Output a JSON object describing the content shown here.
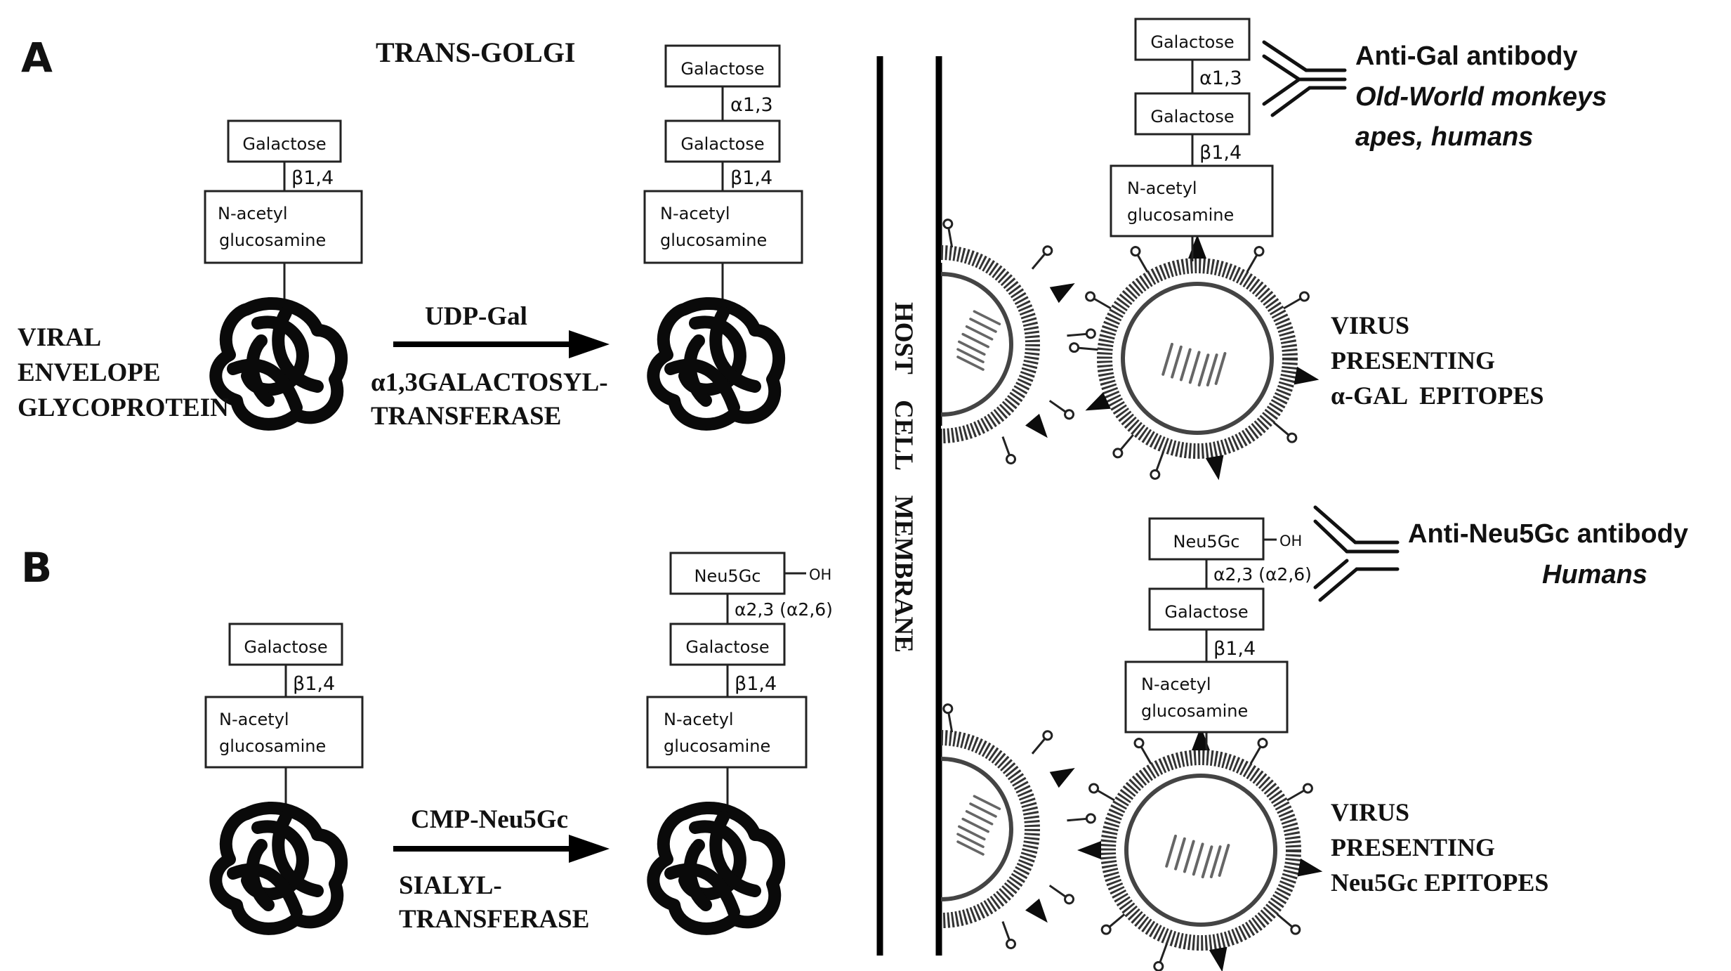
{
  "panel_a": {
    "letter": "A",
    "compartment": "TRANS-GOLGI",
    "left_chain": {
      "top": "Galactose",
      "link": "β1,4",
      "base_line1": "N-acetyl",
      "base_line2": "glucosamine"
    },
    "protein_label": [
      "VIRAL",
      "ENVELOPE",
      "GLYCOPROTEIN"
    ],
    "substrate": "UDP-Gal",
    "enzyme": [
      "α1,3GALACTOSYL-",
      "TRANSFERASE"
    ],
    "right_chain": {
      "top": "Galactose",
      "link_top": "α1,3",
      "middle": "Galactose",
      "link": "β1,4",
      "base_line1": "N-acetyl",
      "base_line2": "glucosamine"
    },
    "surface_chain": {
      "top": "Galactose",
      "link_top": "α1,3",
      "middle": "Galactose",
      "link": "β1,4",
      "base_line1": "N-acetyl",
      "base_line2": "glucosamine"
    },
    "antibody": {
      "name": "Anti-Gal antibody",
      "species_line1": "Old-World monkeys",
      "species_line2": "apes, humans"
    },
    "virus_label": [
      "VIRUS",
      "PRESENTING",
      "α-GAL  EPITOPES"
    ]
  },
  "panel_b": {
    "letter": "B",
    "left_chain": {
      "top": "Galactose",
      "link": "β1,4",
      "base_line1": "N-acetyl",
      "base_line2": "glucosamine"
    },
    "substrate": "CMP-Neu5Gc",
    "enzyme": [
      "SIALYL-",
      "TRANSFERASE"
    ],
    "right_chain": {
      "top": "Neu5Gc",
      "oh": "OH",
      "link_top": "α2,3 (α2,6)",
      "middle": "Galactose",
      "link": "β1,4",
      "base_line1": "N-acetyl",
      "base_line2": "glucosamine"
    },
    "surface_chain": {
      "top": "Neu5Gc",
      "oh": "OH",
      "link_top": "α2,3 (α2,6)",
      "middle": "Galactose",
      "link": "β1,4",
      "base_line1": "N-acetyl",
      "base_line2": "glucosamine"
    },
    "antibody": {
      "name": "Anti-Neu5Gc antibody",
      "species": "Humans"
    },
    "virus_label": [
      "VIRUS",
      "PRESENTING",
      "Neu5Gc EPITOPES"
    ]
  },
  "membrane_label": "HOST    CELL    MEMBRANE"
}
